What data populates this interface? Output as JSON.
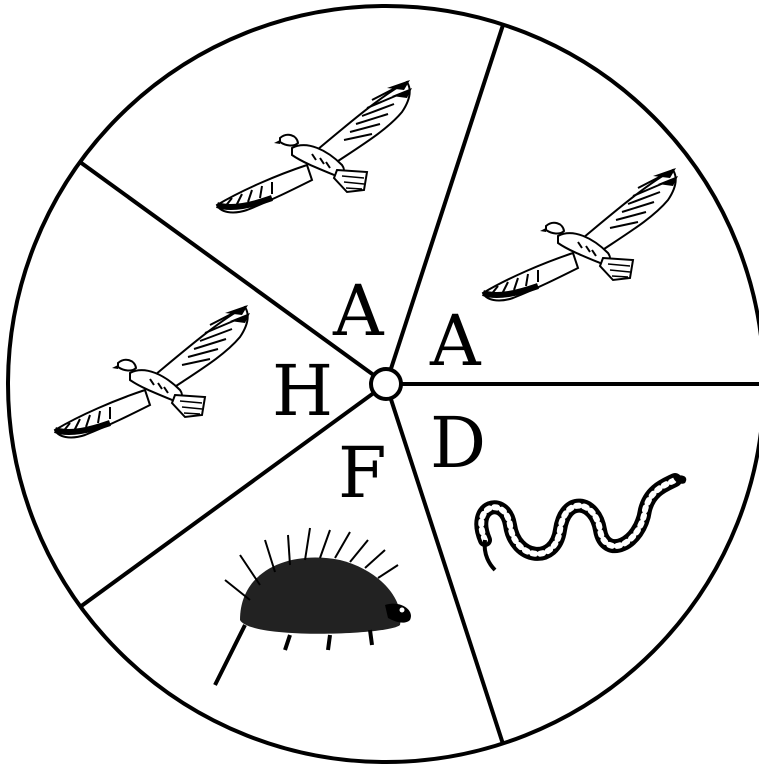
{
  "spinner": {
    "sections": [
      {
        "letter": "A",
        "animal": "hawk"
      },
      {
        "letter": "D",
        "animal": "snake"
      },
      {
        "letter": "F",
        "animal": "porcupine"
      },
      {
        "letter": "H",
        "animal": "hawk"
      },
      {
        "letter": "A",
        "animal": "hawk"
      }
    ]
  }
}
